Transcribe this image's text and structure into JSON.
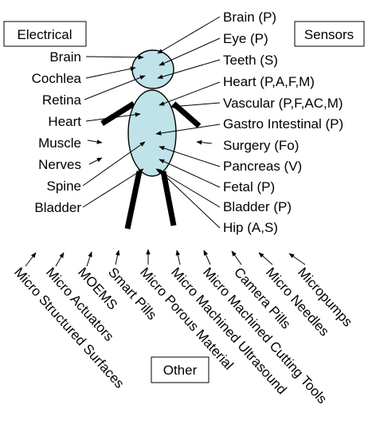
{
  "boxes": {
    "electrical": "Electrical",
    "sensors": "Sensors",
    "other": "Other"
  },
  "electrical_items": [
    "Brain",
    "Cochlea",
    "Retina",
    "Heart",
    "Muscle",
    "Nerves",
    "Spine",
    "Bladder"
  ],
  "sensor_items": [
    "Brain (P)",
    "Eye (P)",
    "Teeth (S)",
    "Heart (P,A,F,M)",
    "Vascular (P,F,AC,M)",
    "Gastro Intestinal (P)",
    "Surgery (Fo)",
    "Pancreas (V)",
    "Fetal (P)",
    "Bladder (P)",
    "Hip (A,S)"
  ],
  "other_items": [
    "Micro Structured Surfaces",
    "Micro Actuators",
    "MOEMS",
    "Smart Pills",
    "Micro Porous Material",
    "Micro Machined Ultrasound",
    "Micro Machined Cutting Tools",
    "Camera Pills",
    "Micro Needles",
    "Micropumps"
  ],
  "colors": {
    "body_fill": "#bfe3e8",
    "outline": "#000000",
    "background": "#ffffff"
  }
}
